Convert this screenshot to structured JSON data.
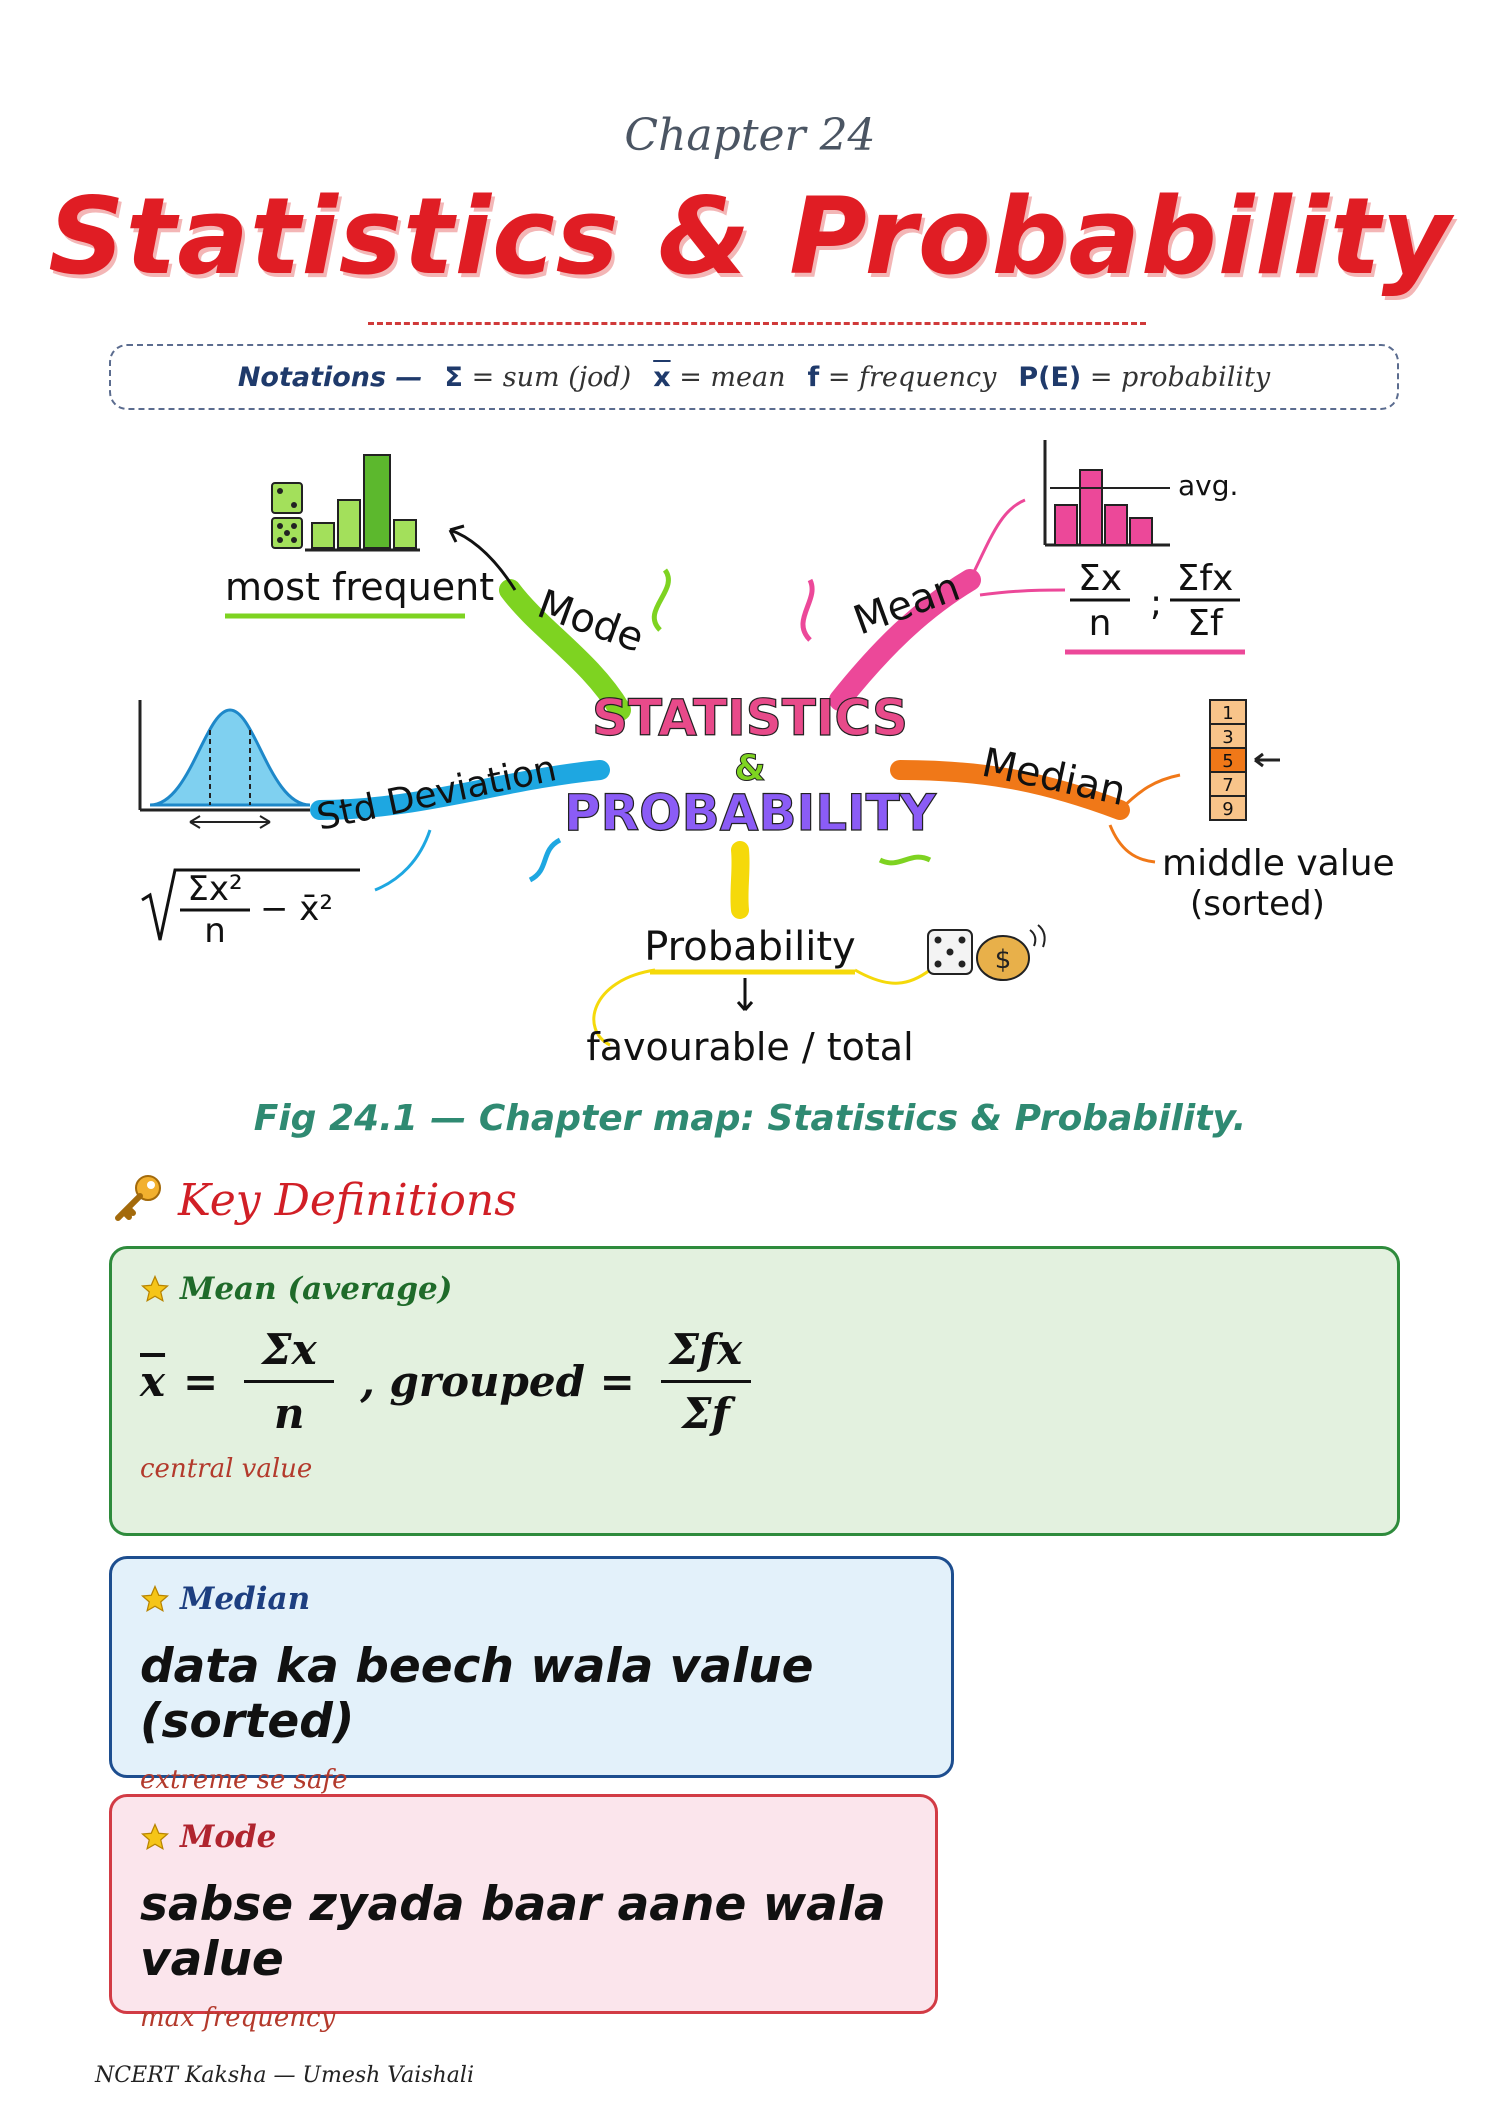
{
  "header": {
    "chapter_label": "Chapter 24",
    "title": "Statistics & Probability"
  },
  "notations": {
    "lead": "Notations —",
    "items": [
      {
        "symbol": "Σ",
        "meaning": "= sum (jod)"
      },
      {
        "symbol": "x",
        "meaning": "= mean"
      },
      {
        "symbol": "f",
        "meaning": "= frequency"
      },
      {
        "symbol": "P(E)",
        "meaning": "= probability"
      }
    ]
  },
  "mind_map": {
    "center_line1": "STATISTICS",
    "center_amp": "&",
    "center_line2": "PROBABILITY",
    "branches": {
      "mode": {
        "label": "Mode",
        "detail": "most frequent"
      },
      "mean": {
        "label": "Mean",
        "detail_avg": "avg.",
        "formula1_num": "Σx",
        "formula1_den": "n",
        "sep": ";",
        "formula2_num": "Σfx",
        "formula2_den": "Σf"
      },
      "std": {
        "label": "Std Deviation",
        "formula_num": "Σx²",
        "formula_den": "n",
        "formula_tail": "− x̄²"
      },
      "median": {
        "label": "Median",
        "detail_line1": "middle value",
        "detail_line2": "(sorted)",
        "stack": [
          "1",
          "3",
          "5",
          "7",
          "9"
        ]
      },
      "probability": {
        "label": "Probability",
        "detail": "favourable / total"
      }
    },
    "colors": {
      "mode": "#7ed321",
      "mean": "#ec4899",
      "std": "#1ea7e1",
      "median": "#f07818",
      "probability": "#f5d90a"
    }
  },
  "figure_caption": "Fig 24.1 — Chapter map: Statistics & Probability.",
  "key_definitions": {
    "heading": "Key Definitions",
    "mean": {
      "title": "Mean (average)",
      "lhs": "x",
      "frac1_num": "Σx",
      "frac1_den": "n",
      "mid": ", grouped =",
      "frac2_num": "Σfx",
      "frac2_den": "Σf",
      "note": "central value"
    },
    "median": {
      "title": "Median",
      "body": "data ka beech wala value (sorted)",
      "note": "extreme se safe"
    },
    "mode": {
      "title": "Mode",
      "body": "sabse zyada baar aane wala value",
      "note": "max frequency"
    }
  },
  "footer": "NCERT Kaksha — Umesh Vaishali"
}
